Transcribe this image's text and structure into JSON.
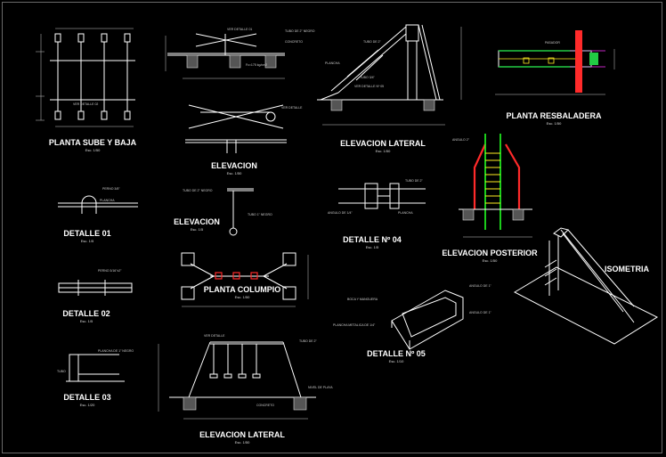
{
  "colors": {
    "background": "#000000",
    "line": "#ffffff",
    "red": "#ff2a2a",
    "green": "#22ff22",
    "yellow": "#ffee22",
    "magenta": "#ff33ff",
    "cyan": "#22cccc"
  },
  "drawings": [
    {
      "key": "planta_sube_baja",
      "title": "PLANTA SUBE Y BAJA",
      "scale": "Esc. 1/50"
    },
    {
      "key": "elevacion_1",
      "title": "ELEVACION",
      "scale": "Esc. 1/50"
    },
    {
      "key": "elevacion_lateral_top",
      "title": "ELEVACION LATERAL",
      "scale": "Esc. 1/50"
    },
    {
      "key": "planta_resbaladera",
      "title": "PLANTA RESBALADERA",
      "scale": "Esc. 1/50"
    },
    {
      "key": "detalle_01",
      "title": "DETALLE 01",
      "scale": "Esc. 1/5"
    },
    {
      "key": "elevacion_2",
      "title": "ELEVACION",
      "scale": "Esc. 1/5"
    },
    {
      "key": "detalle_04",
      "title": "DETALLE Nº 04",
      "scale": "Esc. 1/5"
    },
    {
      "key": "elevacion_posterior",
      "title": "ELEVACION POSTERIOR",
      "scale": "Esc. 1/50"
    },
    {
      "key": "isometria",
      "title": "ISOMETRIA",
      "scale": ""
    },
    {
      "key": "planta_columpio",
      "title": "PLANTA COLUMPIO",
      "scale": "Esc. 1/50"
    },
    {
      "key": "detalle_02",
      "title": "DETALLE 02",
      "scale": "Esc. 1/5"
    },
    {
      "key": "detalle_05",
      "title": "DETALLE Nº 05",
      "scale": "Esc. 1/10"
    },
    {
      "key": "detalle_03",
      "title": "DETALLE 03",
      "scale": "Esc. 1/20"
    },
    {
      "key": "elevacion_lateral_bottom",
      "title": "ELEVACION LATERAL",
      "scale": "Esc. 1/50"
    }
  ]
}
